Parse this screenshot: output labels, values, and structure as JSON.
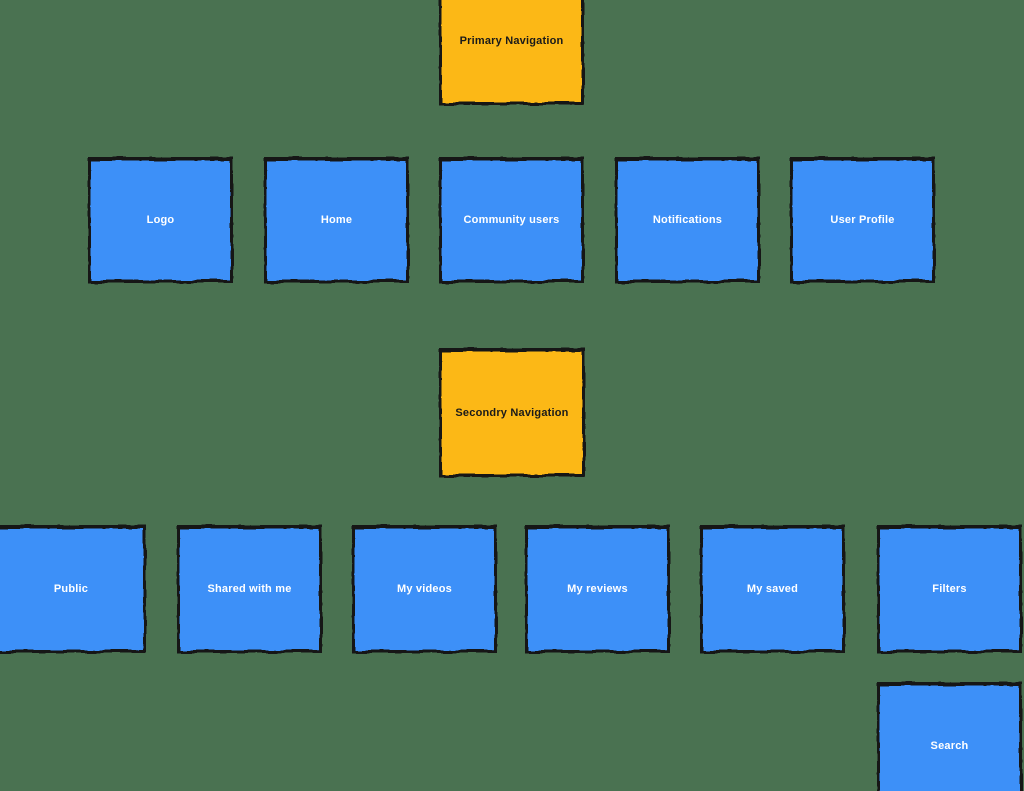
{
  "colors": {
    "background": "#4A7251",
    "section": "#FCB813",
    "page": "#3E90F8",
    "ink": "#141414",
    "section_text": "#1A1A1A",
    "page_text": "#FFFFFF"
  },
  "diagram": {
    "type": "sitemap",
    "nodes": [
      {
        "id": "primary-navigation",
        "label": "Primary Navigation",
        "kind": "section"
      },
      {
        "id": "logo",
        "label": "Logo",
        "kind": "page"
      },
      {
        "id": "home",
        "label": "Home",
        "kind": "page"
      },
      {
        "id": "community-users",
        "label": "Community users",
        "kind": "page"
      },
      {
        "id": "notifications",
        "label": "Notifications",
        "kind": "page"
      },
      {
        "id": "user-profile",
        "label": "User Profile",
        "kind": "page"
      },
      {
        "id": "secondry-navigation",
        "label": "Secondry Navigation",
        "kind": "section"
      },
      {
        "id": "public",
        "label": "Public",
        "kind": "page"
      },
      {
        "id": "shared-with-me",
        "label": "Shared with me",
        "kind": "page"
      },
      {
        "id": "my-videos",
        "label": "My videos",
        "kind": "page"
      },
      {
        "id": "my-reviews",
        "label": "My reviews",
        "kind": "page"
      },
      {
        "id": "my-saved",
        "label": "My saved",
        "kind": "page"
      },
      {
        "id": "filters",
        "label": "Filters",
        "kind": "page"
      },
      {
        "id": "search",
        "label": "Search",
        "kind": "page"
      }
    ]
  }
}
